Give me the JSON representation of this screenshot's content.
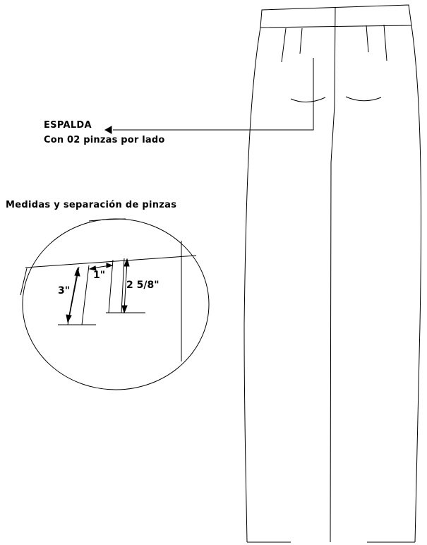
{
  "labels": {
    "back_title": "ESPALDA",
    "back_subtitle": "Con 02 pinzas por lado",
    "detail_title": "Medidas y separación de pinzas"
  },
  "measurements": {
    "dart_length": "3\"",
    "dart_separation": "1\"",
    "dart_length_2": "2 5/8\""
  },
  "colors": {
    "line": "#000000",
    "background": "#ffffff"
  }
}
